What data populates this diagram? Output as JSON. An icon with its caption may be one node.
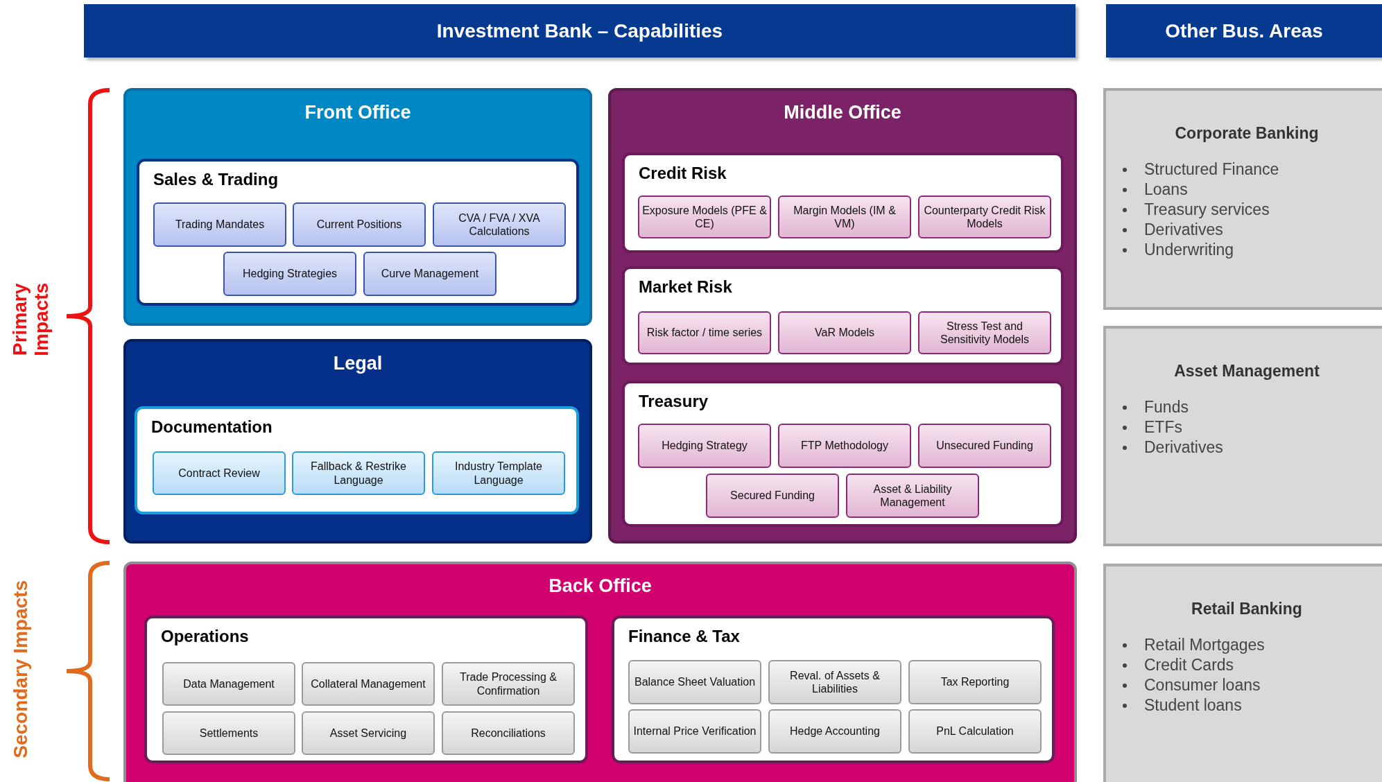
{
  "diagram": {
    "nodes": [
      {
        "text": [
          "Investment Bank – Capabilities"
        ]
      },
      {
        "text": [
          "Other Bus. Areas"
        ]
      },
      {
        "text": [
          "Front Office"
        ]
      },
      {
        "text": [
          "Sales & Trading"
        ],
        "in": 2
      },
      {
        "text": [
          "Trading Mandates"
        ],
        "in": 3
      },
      {
        "text": [
          "Current Positions"
        ],
        "in": 3
      },
      {
        "text": [
          "CVA / FVA / XVA Calculations"
        ],
        "in": 3
      },
      {
        "text": [
          "Hedging Strategies"
        ],
        "in": 3
      },
      {
        "text": [
          "Curve Management"
        ],
        "in": 3
      },
      {
        "text": [
          "Legal"
        ]
      },
      {
        "text": [
          "Documentation"
        ],
        "in": 9
      },
      {
        "text": [
          "Contract Review"
        ],
        "in": 10
      },
      {
        "text": [
          "Fallback & Restrike Language"
        ],
        "in": 10
      },
      {
        "text": [
          "Industry Template Language"
        ],
        "in": 10
      },
      {
        "text": [
          "Middle Office"
        ]
      },
      {
        "text": [
          "Credit Risk"
        ],
        "in": 14
      },
      {
        "text": [
          "Exposure Models (PFE & CE)"
        ],
        "in": 15
      },
      {
        "text": [
          "Margin Models (IM & VM)"
        ],
        "in": 15
      },
      {
        "text": [
          "Counterparty Credit Risk Models"
        ],
        "in": 15
      },
      {
        "text": [
          "Market Risk"
        ],
        "in": 14
      },
      {
        "text": [
          "Risk factor / time series"
        ],
        "in": 19
      },
      {
        "text": [
          "VaR Models"
        ],
        "in": 19
      },
      {
        "text": [
          "Stress Test and Sensitivity Models"
        ],
        "in": 19
      },
      {
        "text": [
          "Treasury"
        ],
        "in": 14
      },
      {
        "text": [
          "Hedging Strategy"
        ],
        "in": 23
      },
      {
        "text": [
          "FTP Methodology"
        ],
        "in": 23
      },
      {
        "text": [
          "Unsecured Funding"
        ],
        "in": 23
      },
      {
        "text": [
          "Secured Funding"
        ],
        "in": 23
      },
      {
        "text": [
          "Asset & Liability Management"
        ],
        "in": 23
      },
      {
        "text": [
          "Back Office"
        ]
      },
      {
        "text": [
          "Operations"
        ],
        "in": 29
      },
      {
        "text": [
          "Data Management"
        ],
        "in": 30
      },
      {
        "text": [
          "Collateral Management"
        ],
        "in": 30
      },
      {
        "text": [
          "Trade Processing & Confirmation"
        ],
        "in": 30
      },
      {
        "text": [
          "Settlements"
        ],
        "in": 30
      },
      {
        "text": [
          "Asset Servicing"
        ],
        "in": 30
      },
      {
        "text": [
          "Reconciliations"
        ],
        "in": 30
      },
      {
        "text": [
          "Finance & Tax"
        ],
        "in": 29
      },
      {
        "text": [
          "Balance Sheet Valuation"
        ],
        "in": 37
      },
      {
        "text": [
          "Reval. of Assets & Liabilities"
        ],
        "in": 37
      },
      {
        "text": [
          "Tax Reporting"
        ],
        "in": 37
      },
      {
        "text": [
          "Internal Price Verification"
        ],
        "in": 37
      },
      {
        "text": [
          "Hedge Accounting"
        ],
        "in": 37
      },
      {
        "text": [
          "PnL Calculation"
        ],
        "in": 37
      },
      {
        "text": [
          "Corporate Banking",
          "Structured Finance",
          "Loans",
          "Treasury services",
          "Derivatives",
          "Underwriting"
        ]
      },
      {
        "text": [
          "Asset Management",
          "Funds",
          "ETFs",
          "Derivatives"
        ]
      },
      {
        "text": [
          "Retail Banking",
          "Retail Mortgages",
          "Credit Cards",
          "Consumer loans",
          "Student loans"
        ]
      }
    ],
    "edges": [],
    "labels": [
      "Primary Impacts",
      "Secondary Impacts"
    ]
  }
}
